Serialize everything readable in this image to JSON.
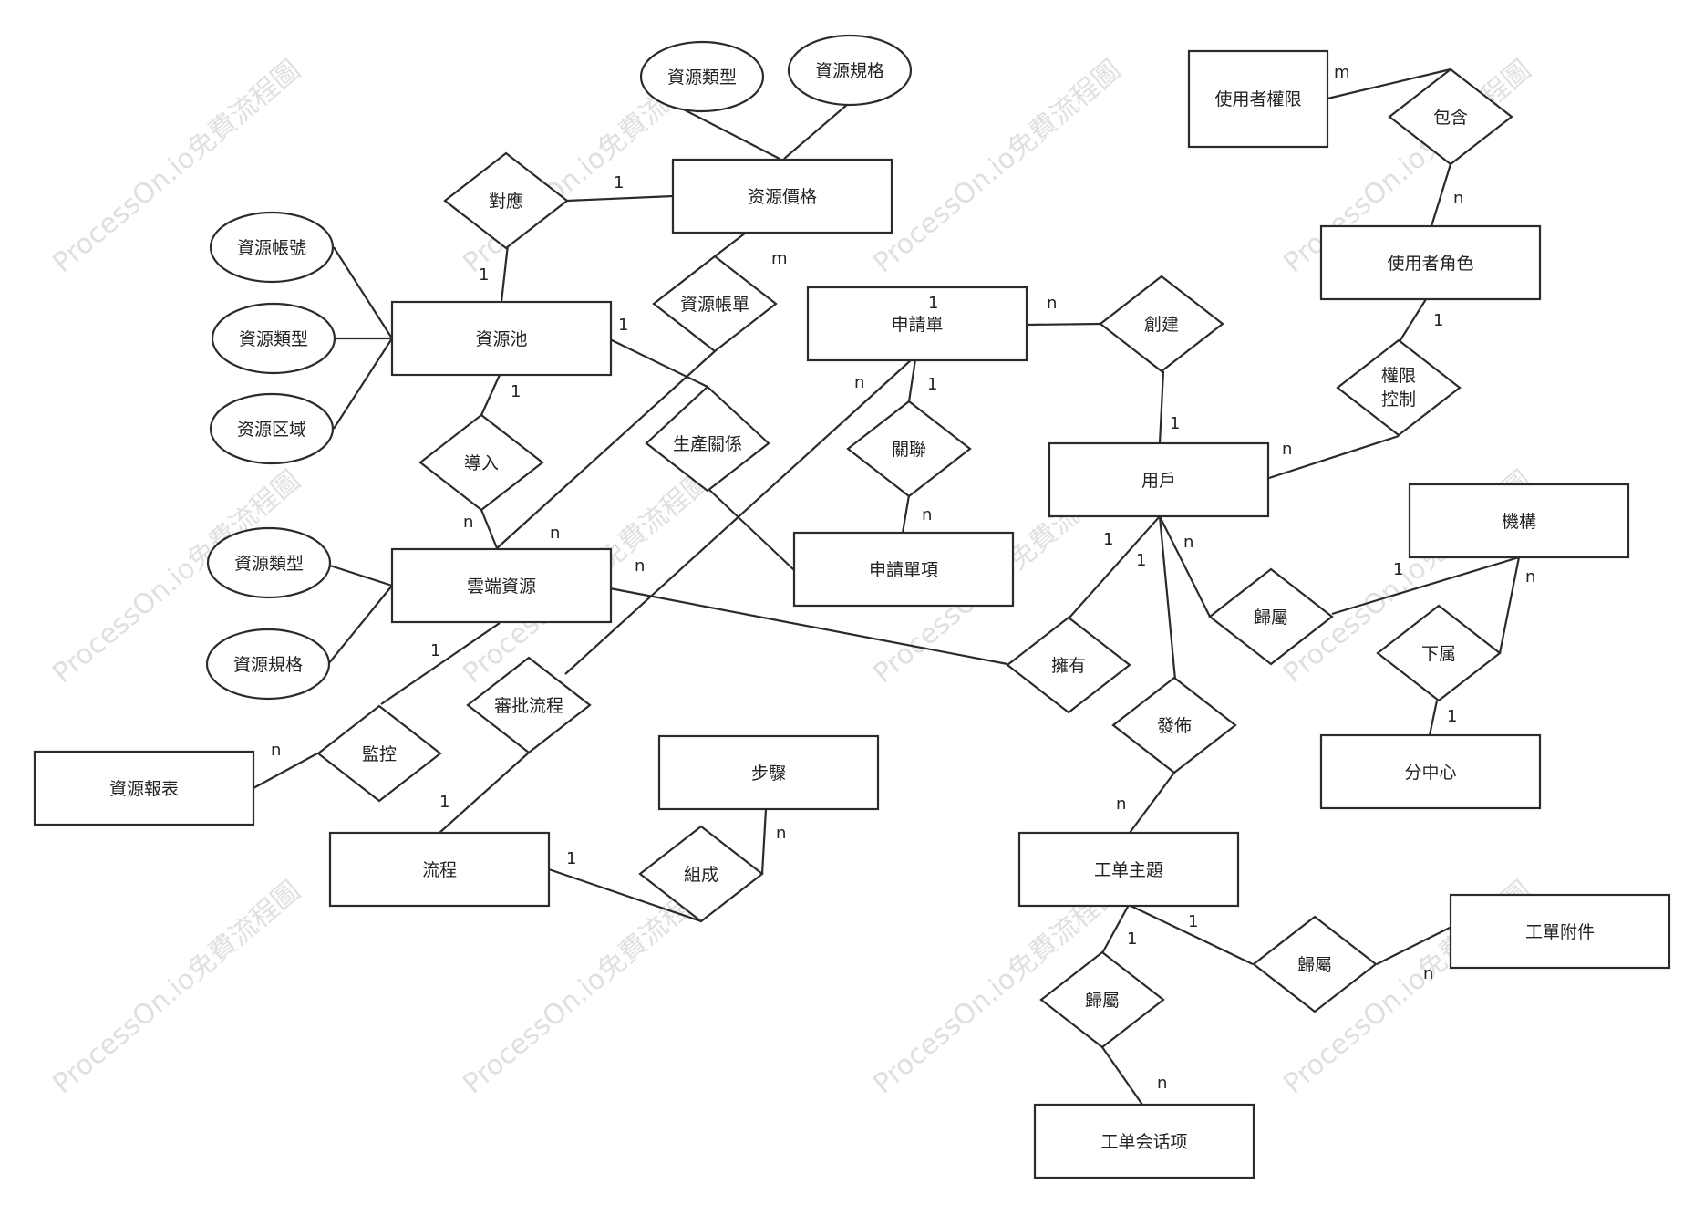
{
  "watermark": "ProcessOn.io免費流程圖",
  "entities": [
    {
      "id": "res_price",
      "label": "资源價格"
    },
    {
      "id": "res_pool",
      "label": "資源池"
    },
    {
      "id": "cloud_res",
      "label": "雲端資源"
    },
    {
      "id": "res_report",
      "label": "資源報表"
    },
    {
      "id": "process",
      "label": "流程"
    },
    {
      "id": "step",
      "label": "步驟"
    },
    {
      "id": "app_form",
      "label": "申請單"
    },
    {
      "id": "app_item",
      "label": "申請單項"
    },
    {
      "id": "user",
      "label": "用戶"
    },
    {
      "id": "user_perm",
      "label": "使用者權限"
    },
    {
      "id": "user_role",
      "label": "使用者角色"
    },
    {
      "id": "org",
      "label": "機構"
    },
    {
      "id": "branch",
      "label": "分中心"
    },
    {
      "id": "ticket_topic",
      "label": "工单主題"
    },
    {
      "id": "ticket_attach",
      "label": "工單附件"
    },
    {
      "id": "ticket_session",
      "label": "工单会话项"
    }
  ],
  "attributes": [
    {
      "id": "price_type",
      "label": "資源類型"
    },
    {
      "id": "price_spec",
      "label": "資源規格"
    },
    {
      "id": "pool_account",
      "label": "資源帳號"
    },
    {
      "id": "pool_type",
      "label": "資源類型"
    },
    {
      "id": "pool_region",
      "label": "资源区域"
    },
    {
      "id": "cloud_type",
      "label": "資源類型"
    },
    {
      "id": "cloud_spec",
      "label": "資源規格"
    }
  ],
  "relationships": [
    {
      "id": "r_duiying",
      "label": "對應"
    },
    {
      "id": "r_account_bill",
      "label": "資源帳單"
    },
    {
      "id": "r_import",
      "label": "導入"
    },
    {
      "id": "r_produce",
      "label": "生產關係"
    },
    {
      "id": "r_monitor",
      "label": "監控"
    },
    {
      "id": "r_approval",
      "label": "審批流程"
    },
    {
      "id": "r_compose",
      "label": "組成"
    },
    {
      "id": "r_assoc",
      "label": "關聯"
    },
    {
      "id": "r_create",
      "label": "創建"
    },
    {
      "id": "r_own",
      "label": "擁有"
    },
    {
      "id": "r_publish",
      "label": "發佈"
    },
    {
      "id": "r_belong_org",
      "label": "歸屬"
    },
    {
      "id": "r_sub",
      "label": "下属"
    },
    {
      "id": "r_contain",
      "label": "包含"
    },
    {
      "id": "r_perm_ctrl",
      "label": "權限\n控制"
    },
    {
      "id": "r_belong_session",
      "label": "歸屬"
    },
    {
      "id": "r_belong_attach",
      "label": "歸屬"
    }
  ],
  "cardinalities": [
    "1",
    "m",
    "1",
    "1",
    "1",
    "n",
    "n",
    "n",
    "1",
    "1",
    "n",
    "1",
    "n",
    "1",
    "1",
    "n",
    "n",
    "1",
    "n",
    "1",
    "1",
    "n",
    "1",
    "n",
    "n",
    "1",
    "1",
    "n",
    "m",
    "n",
    "1",
    "1",
    "n",
    "n"
  ]
}
